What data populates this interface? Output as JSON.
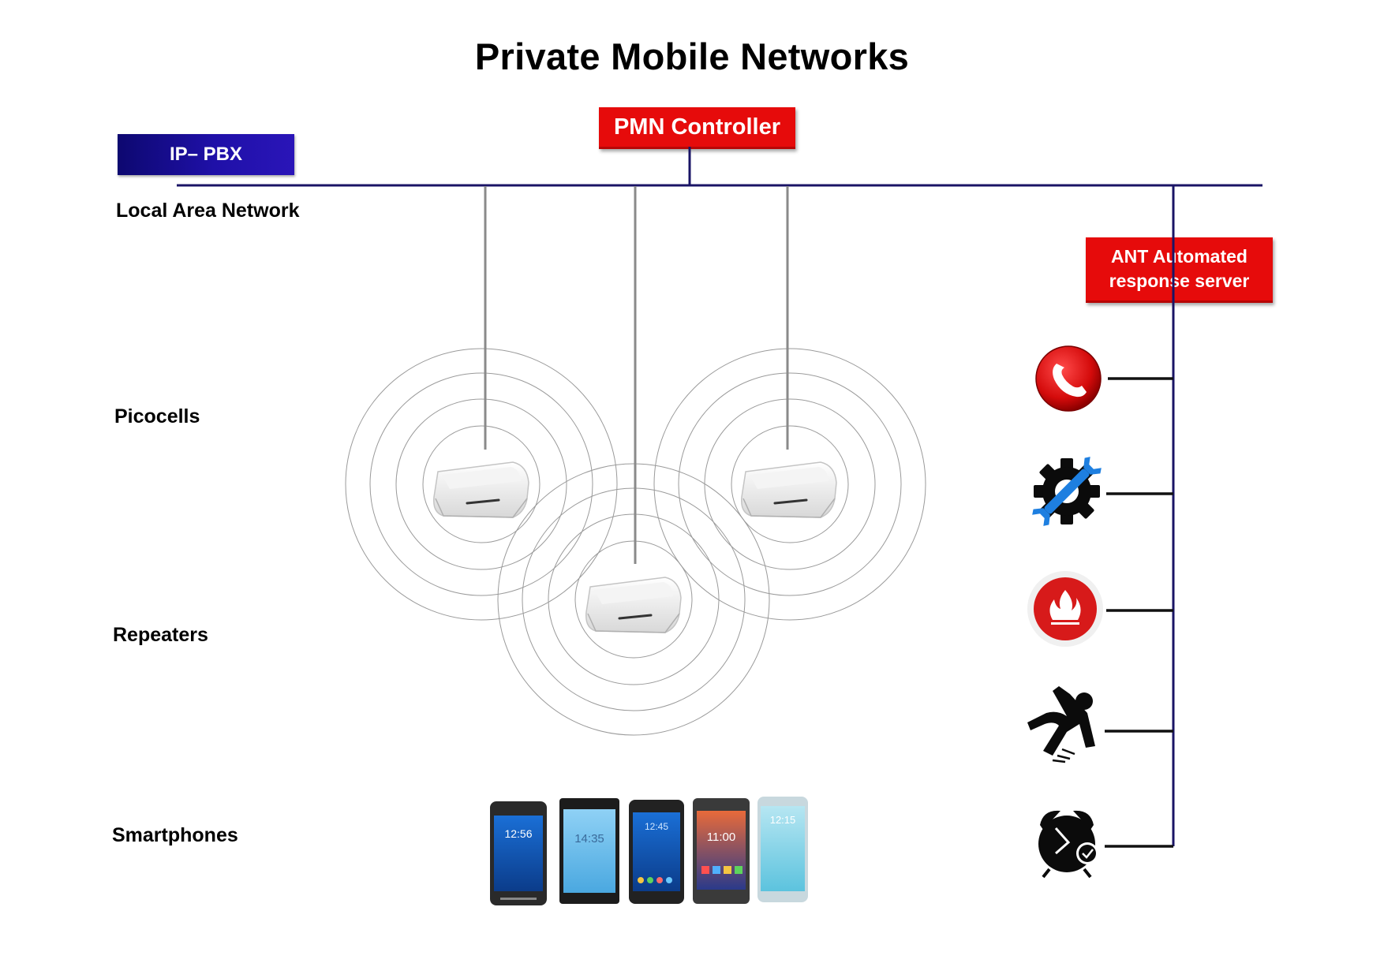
{
  "title": "Private Mobile Networks",
  "nodes": {
    "ip_pbx": "IP– PBX",
    "pmn_controller": "PMN Controller",
    "ant_server": "ANT Automated response server"
  },
  "labels": {
    "lan": "Local Area Network",
    "picocells": "Picocells",
    "repeaters": "Repeaters",
    "smartphones": "Smartphones"
  },
  "phone_times": [
    "12:56",
    "14:35",
    "12:45",
    "11:00",
    "12:15"
  ],
  "alert_icons": [
    "phone-icon",
    "gear-wrench-icon",
    "fire-icon",
    "person-falling-icon",
    "alarm-clock-icon"
  ],
  "colors": {
    "bus_line": "#1a1466",
    "red_box": "#e60b0b",
    "pbx_box": "#1a0d96",
    "drop_line": "#8a8a8a"
  }
}
